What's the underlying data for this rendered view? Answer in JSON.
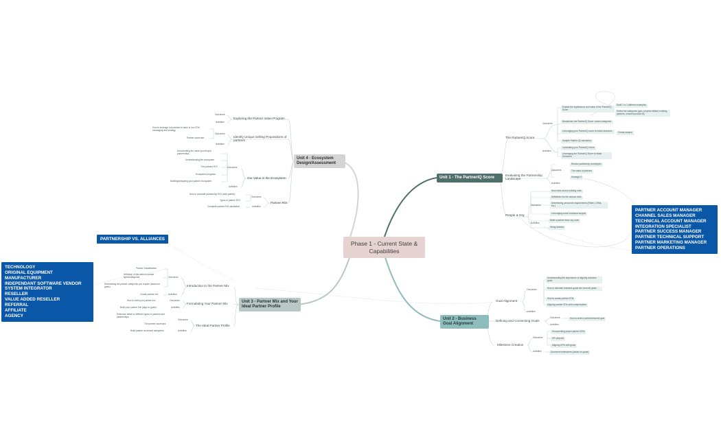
{
  "root": "Phase 1 - Current State & Capabilities",
  "unit1": {
    "title": "Unit 1 - The PartnerIQ Score",
    "partneriq_score": "The PartnerIQ Score",
    "outcomes": "Outcomes",
    "activities": "Activities",
    "out_explain": "Explain the significance and value of the PartnerIQ Score",
    "out_examples": "Build 2 or 3 different examples",
    "out_define_categories": "Define the categories (geo, peoples skillset, existing partners, channel product fit)",
    "out_breakdown": "Breakdown the PartnerIQ Score: model categories",
    "out_leveraging": "Leveraging your PartnerIQ score to make decisions",
    "create_sample": "Create sample",
    "out_sample_calc": "Sample Partner IQ calculation",
    "act_calculating": "Calculating your PartnerIQ Score",
    "act_leveraging_decisions": "Leveraging the PartnerIQ Score to Make Decisions",
    "evaluating": "Evaluating the Partnership Landscape",
    "eval_outcomes": "Outcomes",
    "eval_archetypes": "Review partnership archetypes",
    "eval_value": "The value of partners",
    "eval_strategic": "Strategic II",
    "eval_activities": "Activities",
    "people_org": "People & Org",
    "po_outcomes": "Outcomes",
    "po_new_roles": "New roles versus existing roles",
    "po_definitions": "Definitions for the various roles",
    "po_determining": "Determining personnel requirements (PAMs, CSMs, etc.)",
    "po_leveraging": "Leveraging cross functional support",
    "po_activities": "Activities",
    "po_build_team": "Build a partner team org chart",
    "po_hiring": "Hiring timeline"
  },
  "unit2": {
    "title": "Unit 2 - Business Goal Alignment",
    "goal_alignment": "Goal Alignment",
    "ga_outcomes": "Outcomes",
    "ga_understanding": "Understanding the importance of aligning business goals",
    "ga_translate": "How to translate business goals into channel goals",
    "ga_create_kpis": "How to create partner KPIs",
    "ga_aligning": "Aligning partner KPIs with compensation",
    "ga_activities": "Activities",
    "defining_goals": "Defining and Connecting Goals",
    "dg_outcomes": "Outcomes",
    "dg_write_goal": "How to write a partner/channel goal",
    "dg_activities": "Activities",
    "milestone": "Milestone Creation",
    "mc_outcomes": "Outcomes",
    "mc_documenting": "Documenting proper partner KPIs",
    "mc_kpi_pinpoint": "KPI pinpoint",
    "mc_aligning_kpis": "Aligning KPIs with goals",
    "mc_activities": "Activities",
    "mc_document": "Document milestones (based on goals)"
  },
  "unit3": {
    "title": "Unit 3 - Partner Mix and Your Ideal Partner Profile",
    "intro": "Introduction to the Partner Mix",
    "in_outcomes": "Outcomes",
    "in_classification": "Partner Classification",
    "in_definition": "Definition of the various partner types/categories",
    "in_determining": "Determining the partner categories you require (based on goals)",
    "in_activities": "Activities",
    "in_create_mix": "Create partner mix",
    "formulating": "Formulating Your Partner Mix",
    "fm_outcomes": "Outcomes",
    "fm_how_build": "How to build your partner mix",
    "fm_activities": "Activities",
    "fm_build_align": "Build your partner mix (align to goals)",
    "ideal": "The Ideal Partner Profile",
    "ip_outcomes": "Outcomes",
    "ip_extensive": "Extensive detail on different types of partners and partnerships",
    "ip_scorecard": "The partner scorecard",
    "ip_activities": "Activities",
    "ip_build_scorecard": "Build partner scorecard categories"
  },
  "unit4": {
    "title": "Unit 4 - Ecosystem Design/Assessment",
    "exploring": "Exploring the Partner Value Program",
    "ex_outcomes": "Outcomes",
    "ex_activities": "Activities",
    "identify": "Identify Unique Selling Propositions of partners",
    "id_leverage": "How to leverage our partners's value in our GTM messaging and strategy",
    "id_outcomes": "Outcomes",
    "id_scorecard": "Partner scorecard",
    "id_activities": "Activities",
    "our_value": "Our Value in the Ecosystem",
    "ov_outcomes": "Outcomes",
    "ov_documenting": "Documenting the value you bring to partnerships",
    "ov_understanding": "Understanding the ecosystem",
    "ov_partner_roi": "The partners ROI",
    "ov_progress": "Ecosystem progress",
    "ov_building": "Building/designing your partner ecosystem",
    "ov_activities": "Activities",
    "partner_roi": "Partner ROI",
    "pr_outcomes": "Outcomes",
    "pr_how_calc": "How to calculate partnership ROI (both parties)",
    "pr_types": "Types of partner ROI",
    "pr_activities": "Activities",
    "pr_complete": "Complete partner ROI calculation"
  },
  "partnership_header": "PARTNERSHIP VS. ALLIANCES",
  "partner_types": [
    "TECHNOLOGY",
    "ORIGINAL EQUIPMENT MANUFACTURER",
    "INDEPENDANT SOFTWARE VENDOR",
    "SYSTEM INTEGRATOR",
    "RESELLER",
    "VALUE ADDED RESELLER",
    "REFERRAL",
    "AFFILIATE",
    "AGENCY"
  ],
  "partner_roles": [
    "PARTNER ACCOUNT MANAGER",
    "CHANNEL SALES MANAGER",
    "TECHNICAL ACCOUNT MANAGER",
    "INTEGRATION SPECIALIST",
    "PARTNER SUCCESS MANAGER",
    "PARTNER TECHNICAL SUPPORT",
    "PARTNER MARKETING MANAGER",
    "PARTNER OPERATIONS"
  ],
  "colors": {
    "unit1": "#4e6f6a",
    "unit2": "#8fbcbc",
    "unit3": "#b9c7c6",
    "unit4": "#d4d4d4",
    "callout": "#0a57a8",
    "root": "#e6d3d1"
  }
}
